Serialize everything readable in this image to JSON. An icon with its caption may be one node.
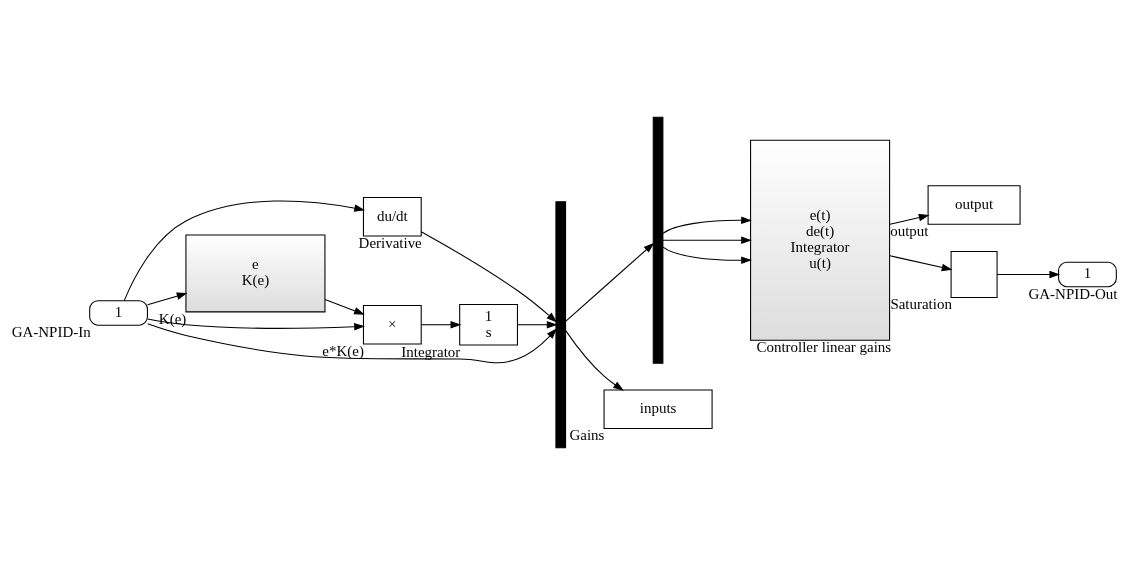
{
  "diagram": {
    "nodes": [
      {
        "text": [
          "1"
        ],
        "beside": [
          "GA-NPID-In"
        ]
      },
      {
        "text": [
          "du/dt"
        ],
        "beside": [
          "Derivative"
        ]
      },
      {
        "text": [
          "e",
          "K(e)"
        ],
        "beside": [
          "K(e)"
        ]
      },
      {
        "text": [
          "×"
        ],
        "beside": [
          "e*K(e)"
        ]
      },
      {
        "text": [
          "1",
          "s"
        ],
        "beside": [
          "Integrator"
        ]
      },
      {
        "text": [],
        "shape": "bar"
      },
      {
        "text": [],
        "shape": "bar"
      },
      {
        "text": [
          "e(t)",
          "de(t)",
          "Integrator",
          "u(t)"
        ],
        "beside": [
          "Controller linear gains"
        ]
      },
      {
        "text": [
          "output"
        ],
        "beside": [
          "output"
        ]
      },
      {
        "text": [],
        "shape": "box",
        "beside": [
          "Saturation"
        ]
      },
      {
        "text": [
          "1"
        ],
        "beside": [
          "GA-NPID-Out"
        ]
      },
      {
        "text": [
          "inputs"
        ],
        "beside": [
          "Gains"
        ]
      }
    ],
    "edges": [
      {
        "from": 0,
        "to": 5,
        "arrow": "to"
      },
      {
        "from": 0,
        "to": 1,
        "arrow": "to"
      },
      {
        "from": 0,
        "to": 3,
        "arrow": "to"
      },
      {
        "from": 0,
        "to": 2,
        "arrow": "to"
      },
      {
        "from": 1,
        "to": 5,
        "arrow": "to"
      },
      {
        "from": 2,
        "to": 3,
        "arrow": "to"
      },
      {
        "from": 3,
        "to": 4,
        "arrow": "to"
      },
      {
        "from": 4,
        "to": 5,
        "arrow": "to"
      },
      {
        "from": 5,
        "to": 6,
        "arrow": "to"
      },
      {
        "from": 5,
        "to": 11,
        "arrow": "to"
      },
      {
        "from": 6,
        "to": 7,
        "arrow": "to"
      },
      {
        "from": 6,
        "to": 7,
        "arrow": "to"
      },
      {
        "from": 6,
        "to": 7,
        "arrow": "to"
      },
      {
        "from": 7,
        "to": 8,
        "arrow": "to"
      },
      {
        "from": 7,
        "to": 9,
        "arrow": "to"
      },
      {
        "from": 9,
        "to": 10,
        "arrow": "to"
      }
    ]
  }
}
